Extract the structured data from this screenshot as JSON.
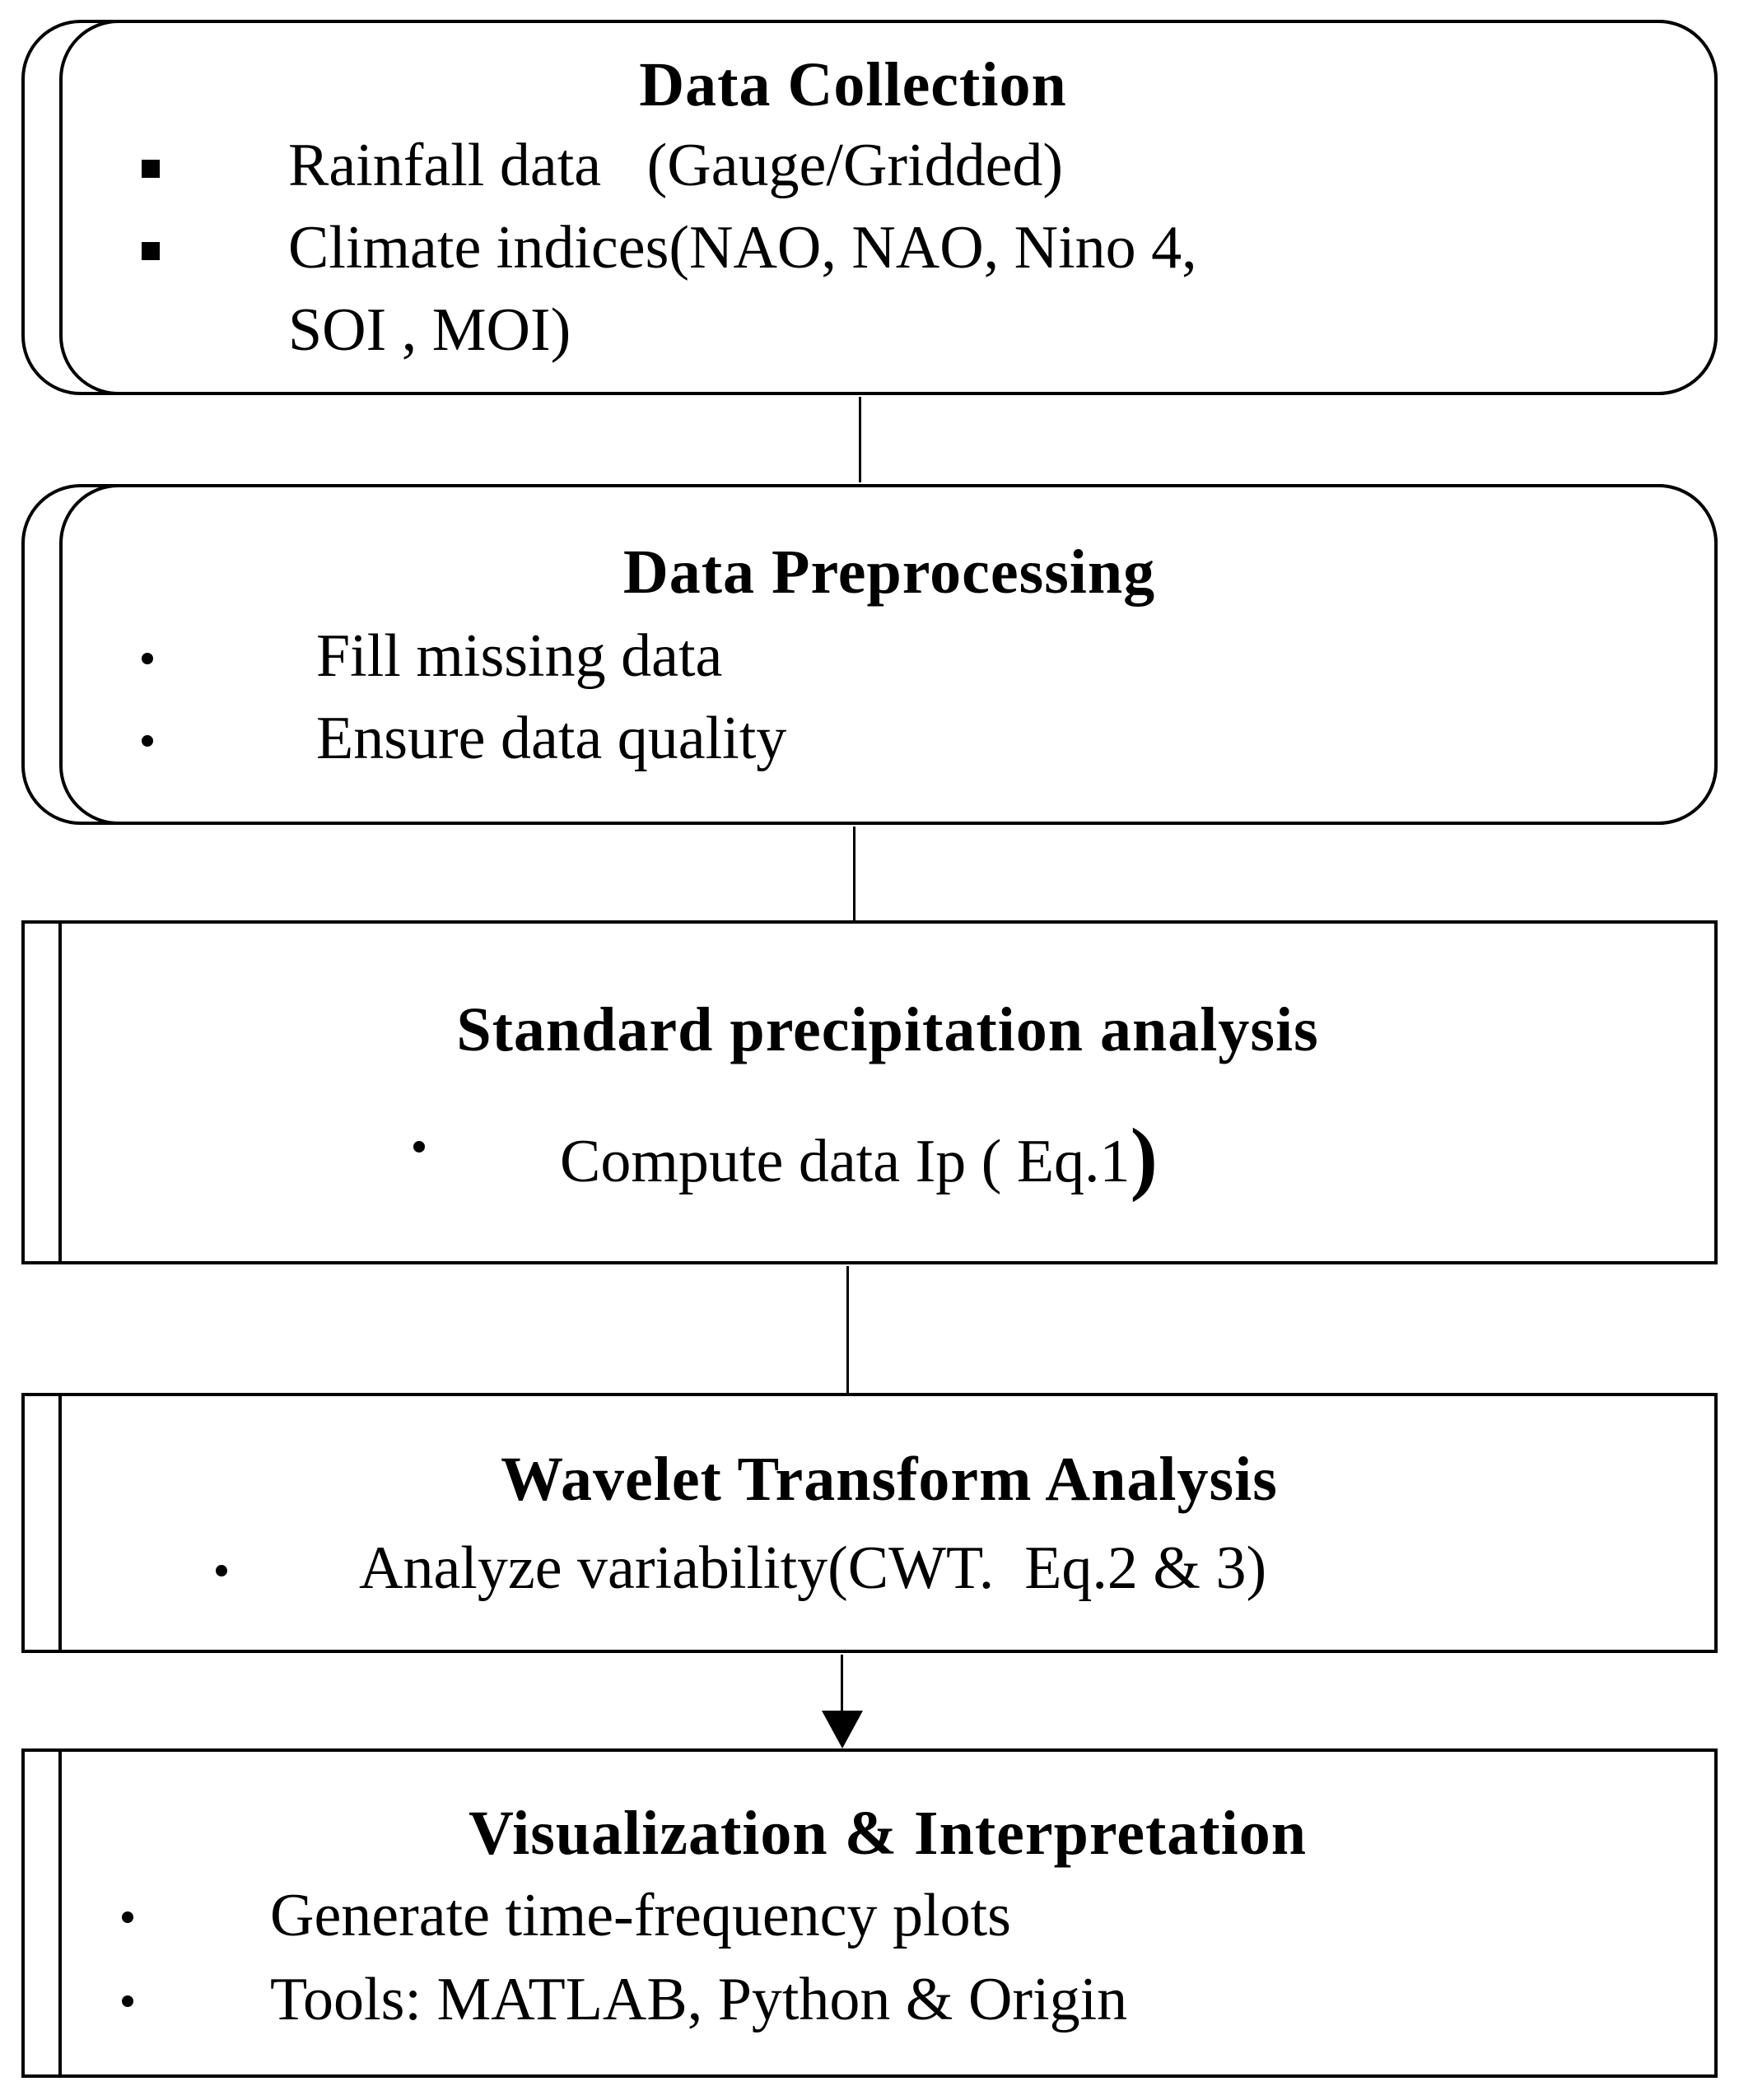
{
  "steps": [
    {
      "title": "Data Collection",
      "lines": [
        "Rainfall data   (Gauge/Gridded)",
        "Climate indices(NAO, NAO, Nino 4,",
        "SOI , MOI)"
      ]
    },
    {
      "title": "Data Preprocessing",
      "lines": [
        "Fill missing data",
        "Ensure data quality"
      ]
    },
    {
      "title": "Standard precipitation analysis",
      "lines": [
        "Compute data Ip ( Eq.1",
        ")"
      ]
    },
    {
      "title": "Wavelet Transform Analysis",
      "lines": [
        "Analyze variability(CWT.  Eq.2 & 3)"
      ]
    },
    {
      "title": "Visualization & Interpretation",
      "lines": [
        "Generate time-frequency plots",
        "Tools: MATLAB, Python & Origin"
      ]
    }
  ]
}
